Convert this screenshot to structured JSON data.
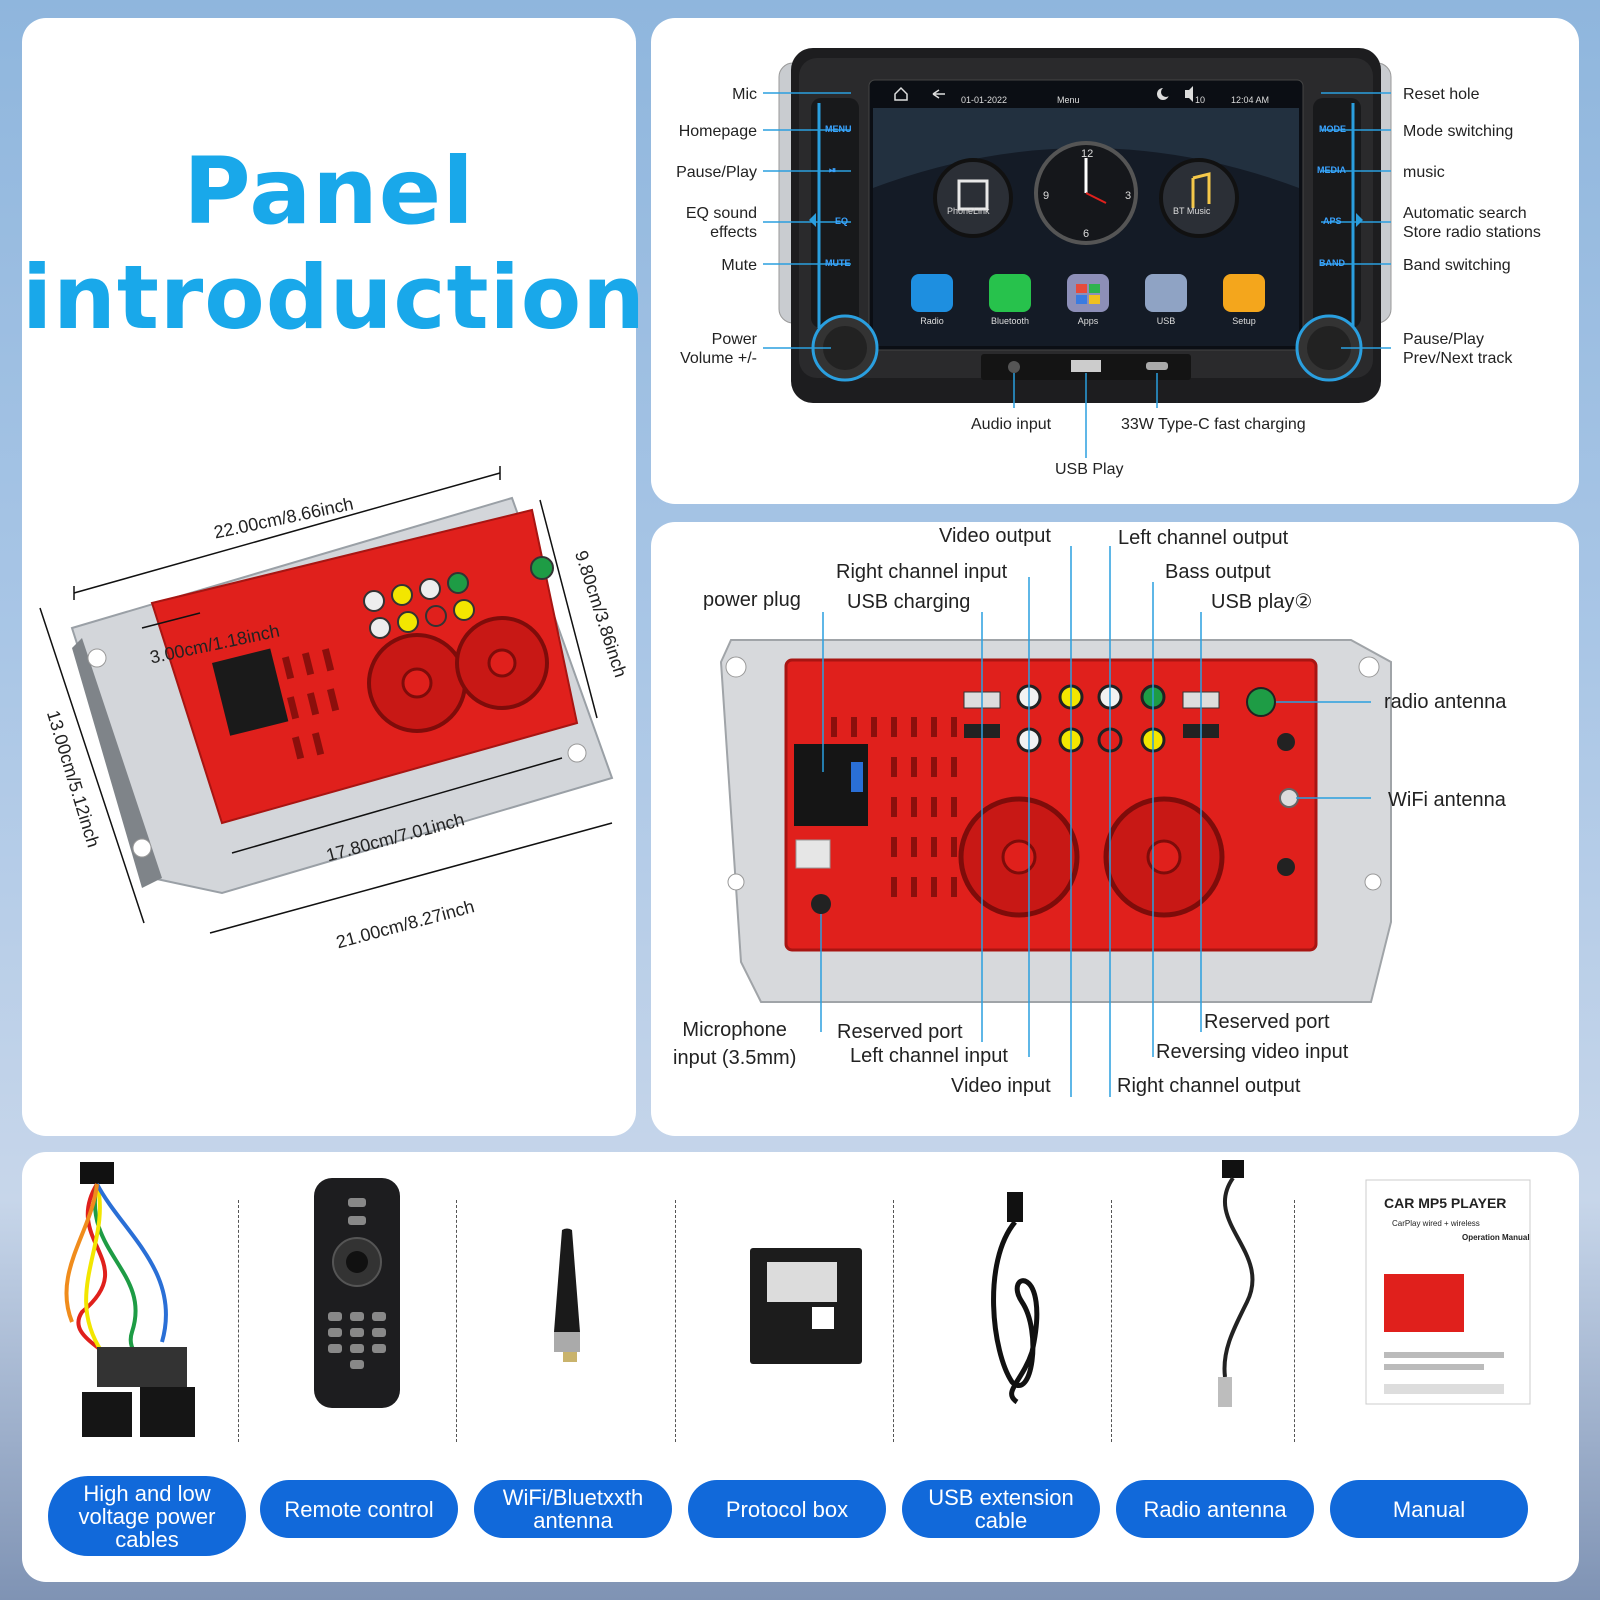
{
  "title": {
    "line1": "Panel",
    "line2": "introduction"
  },
  "dimensions": {
    "top_width": "22.00cm/8.66inch",
    "side_depth": "9.80cm/3.86inch",
    "height": "13.00cm/5.12inch",
    "inner": "3.00cm/1.18inch",
    "mid_width": "17.80cm/7.01inch",
    "bottom_width": "21.00cm/8.27inch"
  },
  "front_panel": {
    "left_labels": [
      "Mic",
      "Homepage",
      "Pause/Play",
      "EQ sound\neffects",
      "Mute",
      "Power\nVolume +/-"
    ],
    "right_labels": [
      "Reset hole",
      "Mode switching",
      "music",
      "Automatic search\nStore radio stations",
      "Band switching",
      "Pause/Play\nPrev/Next track"
    ],
    "bottom_labels": {
      "audio": "Audio input",
      "usb": "USB Play",
      "typec": "33W Type-C fast charging"
    },
    "buttons_left": [
      "MENU",
      "⏯",
      "EQ",
      "MUTE"
    ],
    "buttons_right": [
      "MODE",
      "MEDIA",
      "APS",
      "BAND"
    ],
    "screen": {
      "date": "01-01-2022",
      "menu": "Menu",
      "volume": "10",
      "time": "12:04 AM",
      "widgets": [
        "PhoneLink",
        "BT Music"
      ],
      "clock_numbers": [
        "12",
        "3",
        "6",
        "9"
      ],
      "apps": [
        "Radio",
        "Bluetooth",
        "Apps",
        "USB",
        "Setup"
      ]
    }
  },
  "rear_panel": {
    "top_labels": [
      "Video output",
      "Left channel output",
      "Right channel input",
      "Bass output",
      "power plug",
      "USB charging",
      "USB play②"
    ],
    "right_labels": [
      "radio antenna",
      "WiFi antenna"
    ],
    "bottom_labels": [
      "Microphone\ninput (3.5mm)",
      "Reserved port",
      "Left channel input",
      "Video input",
      "Reserved port",
      "Reversing video input",
      "Right channel output"
    ]
  },
  "accessories": [
    {
      "label": "High and low voltage power cables"
    },
    {
      "label": "Remote control"
    },
    {
      "label": "WiFi/Bluetxxth antenna"
    },
    {
      "label": "Protocol box"
    },
    {
      "label": "USB extension cable"
    },
    {
      "label": "Radio antenna"
    },
    {
      "label": "Manual"
    }
  ],
  "manual": {
    "title": "CAR MP5 PLAYER",
    "subtitle": "CarPlay wired + wireless",
    "section": "Operation Manual"
  },
  "colors": {
    "accent": "#19a8ea",
    "pill": "#1169da",
    "unit_red": "#e0201c",
    "line_blue": "#2a9fdf"
  }
}
